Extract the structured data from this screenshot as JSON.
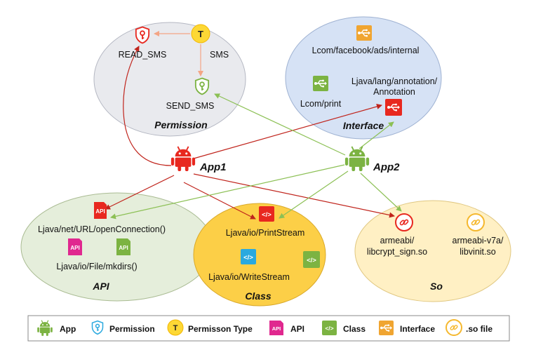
{
  "groups": {
    "permission": "Permission",
    "interface": "Interface",
    "api": "API",
    "class": "Class",
    "so": "So"
  },
  "apps": {
    "app1": "App1",
    "app2": "App2"
  },
  "nodes": {
    "read_sms": "READ_SMS",
    "sms": "SMS",
    "send_sms": "SEND_SMS",
    "perm_type_letter": "T",
    "iface_facebook": "Lcom/facebook/ads/internal",
    "iface_print": "Lcom/print",
    "iface_annotation_line1": "Ljava/lang/annotation/",
    "iface_annotation_line2": "Annotation",
    "api_openconnection": "Ljava/net/URL/openConnection()",
    "api_mkdirs": "Ljava/io/File/mkdirs()",
    "class_printstream": "Ljava/io/PrintStream",
    "class_writestream": "Ljava/io/WriteStream",
    "so_armeabi_line1": "armeabi/",
    "so_armeabi_line2": "libcrypt_sign.so",
    "so_v7a_line1": "armeabi-v7a/",
    "so_v7a_line2": "libvinit.so"
  },
  "icon_text": {
    "api": "API",
    "class": "</>"
  },
  "legend": {
    "app": "App",
    "permission": "Permission",
    "perm_type_letter": "T",
    "perm_type": "Permisson Type",
    "api": "API",
    "class": "Class",
    "interface": "Interface",
    "so": ".so file"
  },
  "colors": {
    "red": "#e8281f",
    "green": "#6fae3d",
    "app_red": "#e8281f",
    "app_green": "#7cb342",
    "permission_bg": "#e9eaee",
    "interface_bg": "#d6e2f5",
    "api_bg": "#e5eedb",
    "class_bg": "#fccf47",
    "so_bg": "#fff0c4",
    "api_pink": "#e0288f",
    "class_blue": "#2aa9df",
    "interface_orange": "#f0a531",
    "so_orange": "#f5b82e"
  },
  "icons": [
    "android-icon",
    "shield-key-icon",
    "type-t-icon",
    "api-icon",
    "class-code-icon",
    "usb-interface-icon",
    "link-so-icon"
  ]
}
